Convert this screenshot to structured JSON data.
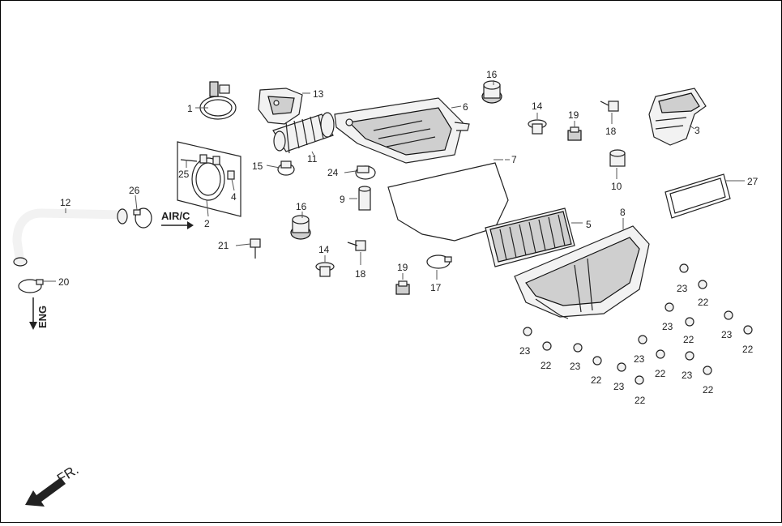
{
  "diagram": {
    "direction_labels": {
      "air_c": "AIR/C",
      "eng": "ENG",
      "fr": "FR."
    },
    "colors": {
      "line": "#222222",
      "leader": "#555555",
      "fill_light": "#f2f2f2",
      "fill_dark": "#cfcfcf"
    },
    "labels": [
      {
        "id": "p1",
        "text": "1"
      },
      {
        "id": "p2",
        "text": "2"
      },
      {
        "id": "p3",
        "text": "3"
      },
      {
        "id": "p4",
        "text": "4"
      },
      {
        "id": "p5",
        "text": "5"
      },
      {
        "id": "p6",
        "text": "6"
      },
      {
        "id": "p7",
        "text": "7"
      },
      {
        "id": "p8",
        "text": "8"
      },
      {
        "id": "p9",
        "text": "9"
      },
      {
        "id": "p10",
        "text": "10"
      },
      {
        "id": "p11",
        "text": "11"
      },
      {
        "id": "p12",
        "text": "12"
      },
      {
        "id": "p13",
        "text": "13"
      },
      {
        "id": "p14a",
        "text": "14"
      },
      {
        "id": "p14b",
        "text": "14"
      },
      {
        "id": "p15",
        "text": "15"
      },
      {
        "id": "p16a",
        "text": "16"
      },
      {
        "id": "p16b",
        "text": "16"
      },
      {
        "id": "p17",
        "text": "17"
      },
      {
        "id": "p18a",
        "text": "18"
      },
      {
        "id": "p18b",
        "text": "18"
      },
      {
        "id": "p19a",
        "text": "19"
      },
      {
        "id": "p19b",
        "text": "19"
      },
      {
        "id": "p20",
        "text": "20"
      },
      {
        "id": "p21",
        "text": "21"
      },
      {
        "id": "p24",
        "text": "24"
      },
      {
        "id": "p25",
        "text": "25"
      },
      {
        "id": "p26",
        "text": "26"
      },
      {
        "id": "p27",
        "text": "27"
      },
      {
        "id": "p23a",
        "text": "23"
      },
      {
        "id": "p22a",
        "text": "22"
      },
      {
        "id": "p23b",
        "text": "23"
      },
      {
        "id": "p22b",
        "text": "22"
      },
      {
        "id": "p23c",
        "text": "23"
      },
      {
        "id": "p22c",
        "text": "22"
      },
      {
        "id": "p23d",
        "text": "23"
      },
      {
        "id": "p22d",
        "text": "22"
      },
      {
        "id": "p23e",
        "text": "23"
      },
      {
        "id": "p22e",
        "text": "22"
      },
      {
        "id": "p23f",
        "text": "23"
      },
      {
        "id": "p22f",
        "text": "22"
      },
      {
        "id": "p23g",
        "text": "23"
      },
      {
        "id": "p22g",
        "text": "22"
      },
      {
        "id": "p23h",
        "text": "23"
      },
      {
        "id": "p22h",
        "text": "22"
      }
    ]
  }
}
